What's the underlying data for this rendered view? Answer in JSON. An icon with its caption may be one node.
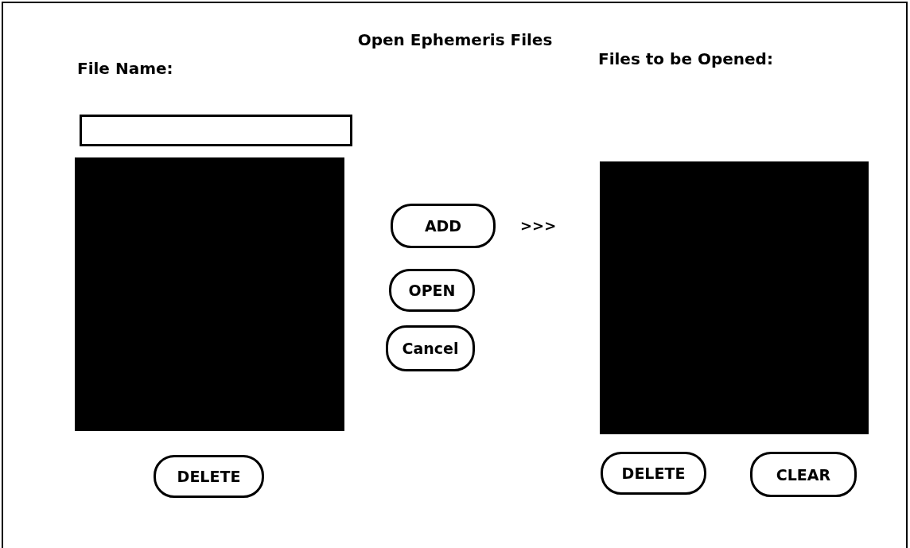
{
  "diagram": {
    "title": "Open Ephemeris Files",
    "nodes": [
      {
        "text": [],
        "shape": "box"
      },
      {
        "text": [],
        "shape": "box"
      },
      {
        "text": [
          "ADD"
        ]
      },
      {
        "text": [
          "OPEN"
        ]
      },
      {
        "text": [
          "Cancel"
        ]
      },
      {
        "text": [],
        "shape": "box"
      },
      {
        "text": [
          "DELETE"
        ]
      },
      {
        "text": [
          "DELETE"
        ]
      },
      {
        "text": [
          "CLEAR"
        ]
      }
    ],
    "labels": [
      "File Name:",
      "Files to be Opened:",
      ">>>"
    ]
  }
}
